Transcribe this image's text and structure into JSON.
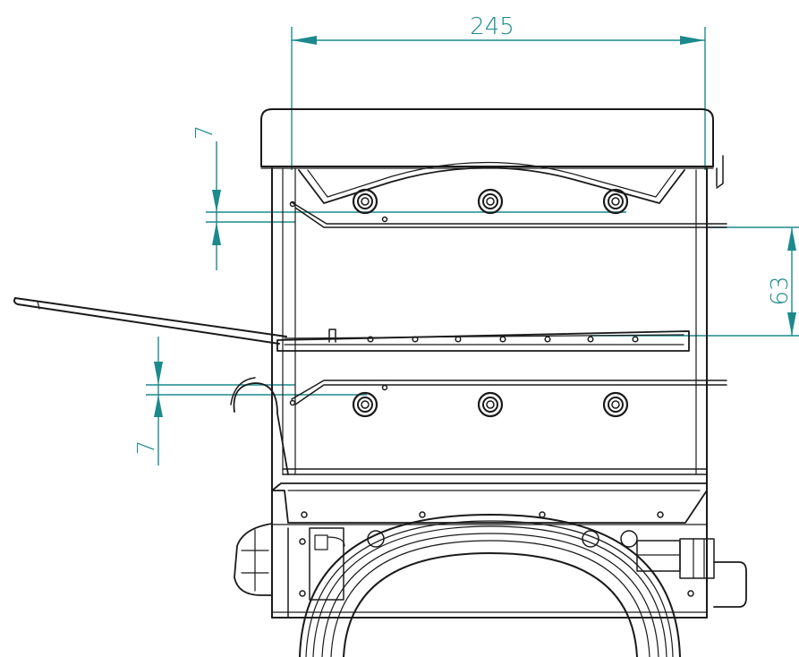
{
  "dimensions": {
    "width": "245",
    "gap_top": "7",
    "rack_spacing": "63",
    "gap_bottom": "7"
  },
  "colors": {
    "dimension_line": "#1c8a8c",
    "outline": "#1a1a1a",
    "background": "#ffffff"
  }
}
